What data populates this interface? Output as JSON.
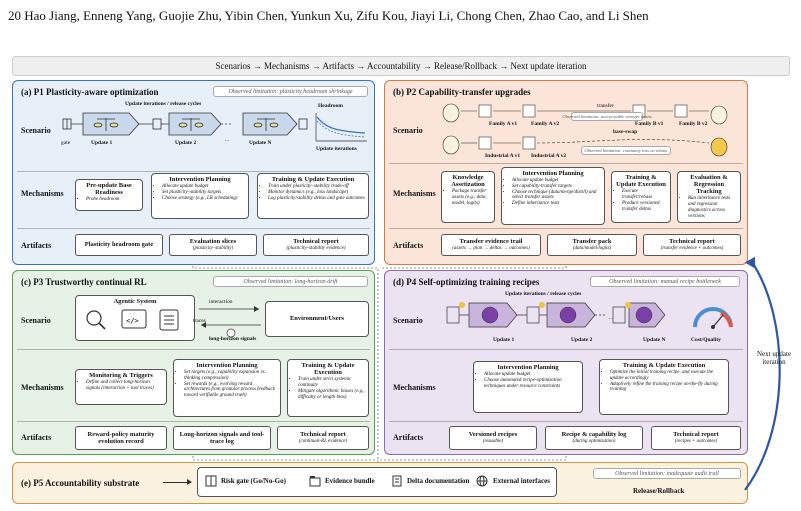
{
  "header": "20 Hao Jiang, Enneng Yang, Guojie Zhu, Yibin Chen, Yunkun Xu, Zifu Kou, Jiayi Li, Chong Chen, Zhao Cao, and Li Shen",
  "banner": "Scenarios → Mechanisms → Artifacts → Accountability → Release/Rollback → Next update iteration",
  "row_labels": {
    "scenario": "Scenario",
    "mechanisms": "Mechanisms",
    "artifacts": "Artifacts"
  },
  "p1": {
    "title": "(a) P1 Plasticity-aware optimization",
    "limitation": "Observed limitation: plasticity headroom shrinkage",
    "scenario": {
      "iter_label": "Update iterations / release cycles",
      "gate": "gate",
      "updates": [
        "Update 1",
        "Update 2",
        "Update N"
      ],
      "ellipsis": "...",
      "headroom": "Headroom",
      "axis": "Update iterations"
    },
    "mechanisms": [
      {
        "title": "Pre-update Base Readiness",
        "items": [
          "Probe headroom"
        ]
      },
      {
        "title": "Intervention Planning",
        "items": [
          "Allocate update budget",
          "Set plasticity–stability targets",
          "Choose strategy (e.g., LR scheduling)"
        ]
      },
      {
        "title": "Training & Update Execution",
        "items": [
          "Train under plasticity–stability trade-off",
          "Monitor dynamics (e.g., loss landscape)",
          "Log plasticity/stability deltas and gate outcomes"
        ]
      }
    ],
    "artifacts": [
      {
        "title": "Plasticity headroom gate",
        "sub": ""
      },
      {
        "title": "Evaluation slices",
        "sub": "(plasticity–stability)"
      },
      {
        "title": "Technical report",
        "sub": "(plasticity–stability evidence)"
      }
    ]
  },
  "p2": {
    "title": "(b) P2 Capability-transfer upgrades",
    "limitation": "Observed limitation: non-portable transfer assets",
    "scenario": {
      "transfer": "transfer",
      "base_swap": "base-swap",
      "limitation2": "Observed limitation: continuity loss on rebase",
      "inner_limit": "Observed limitation: non-portable transfer assets",
      "family_a": [
        "Family A v1",
        "Family A v2"
      ],
      "family_b": [
        "Family B v1",
        "Family B v2"
      ],
      "industrial": [
        "Industrial A v1",
        "Industrial A v2"
      ]
    },
    "mechanisms": [
      {
        "title": "Knowledge Assetization",
        "items": [
          "Package transfer assets (e.g., data, model, logits)"
        ]
      },
      {
        "title": "Intervention Planning",
        "items": [
          "Allocate update budget",
          "Set capability-transfer targets",
          "Choose technique (data/merge/distill) and select transfer assets",
          "Define inheritance tests"
        ]
      },
      {
        "title": "Training & Update Execution",
        "items": [
          "Execute transfer/rebase",
          "Produce versioned transfer deltas"
        ]
      },
      {
        "title": "Evaluation & Regression Tracking",
        "items": [
          "Run inheritance tests and regression diagnostics across versions"
        ]
      }
    ],
    "artifacts": [
      {
        "title": "Transfer evidence trail",
        "sub": "(assets → plan → deltas → outcomes)"
      },
      {
        "title": "Transfer pack",
        "sub": "(data/model/logits)"
      },
      {
        "title": "Technical report",
        "sub": "(transfer evidence + outcomes)"
      }
    ]
  },
  "p3": {
    "title": "(c) P3 Trustworthy continual RL",
    "limitation": "Observed limitation: long-horizon drift",
    "scenario": {
      "agentic": "Agentic System",
      "interaction": "interaction",
      "traces": "traces",
      "signals": "long-horizon signals",
      "env": "Environment/Users"
    },
    "mechanisms": [
      {
        "title": "Monitoring & Triggers",
        "items": [
          "Define and collect long-horizon signals (interaction + tool traces)"
        ]
      },
      {
        "title": "Intervention Planning",
        "items": [
          "Set targets (e.g., capability expansion vs. thinking compression)",
          "Set rewards (e.g., evolving reward architectures from granular process feedback toward verifiable ground truth)"
        ]
      },
      {
        "title": "Training & Update Execution",
        "items": [
          "Train under strict systemic continuity",
          "Mitigate algorithmic biases (e.g., difficulty or length bias)"
        ]
      }
    ],
    "artifacts": [
      {
        "title": "Reward-policy maturity evolution record",
        "sub": ""
      },
      {
        "title": "Long-horizon signals and tool-trace log",
        "sub": ""
      },
      {
        "title": "Technical report",
        "sub": "(continual-RL evidence)"
      }
    ]
  },
  "p4": {
    "title": "(d) P4 Self-optimizing training recipes",
    "limitation": "Observed limitation: manual recipe bottleneck",
    "scenario": {
      "iter_label": "Update iterations / release cycles",
      "updates": [
        "Update 1",
        "Update 2",
        "Update N"
      ],
      "ellipsis": "...",
      "cost": "Cost/Quality"
    },
    "mechanisms": [
      {
        "title": "Intervention Planning",
        "items": [
          "Allocate update budget",
          "Choose automated recipe-optimization techniques under resource constraints"
        ]
      },
      {
        "title": "Training & Update Execution",
        "items": [
          "Optimize the initial training recipe, and execute the update accordingly",
          "Adaptively refine the training recipe on-the-fly during training"
        ]
      }
    ],
    "artifacts": [
      {
        "title": "Versioned recipes",
        "sub": "(reusable)"
      },
      {
        "title": "Recipe & capability log",
        "sub": "(during optimization)"
      },
      {
        "title": "Technical report",
        "sub": "(recipes + outcomes)"
      }
    ]
  },
  "p5": {
    "title": "(e) P5 Accountability substrate",
    "limitation": "Observed limitation: inadequate audit trail",
    "items": [
      "Risk gate (Go/No-Go)",
      "Evidence bundle",
      "Delta documentation",
      "External interfaces"
    ],
    "release": "Release/Rollback"
  },
  "next_update": "Next update iteration",
  "colors": {
    "p1": "#3b73b3",
    "p2": "#d77845",
    "p3": "#5a9a55",
    "p4": "#8b6aa6",
    "p5": "#cf9740",
    "arrow": "#2e56a6"
  }
}
